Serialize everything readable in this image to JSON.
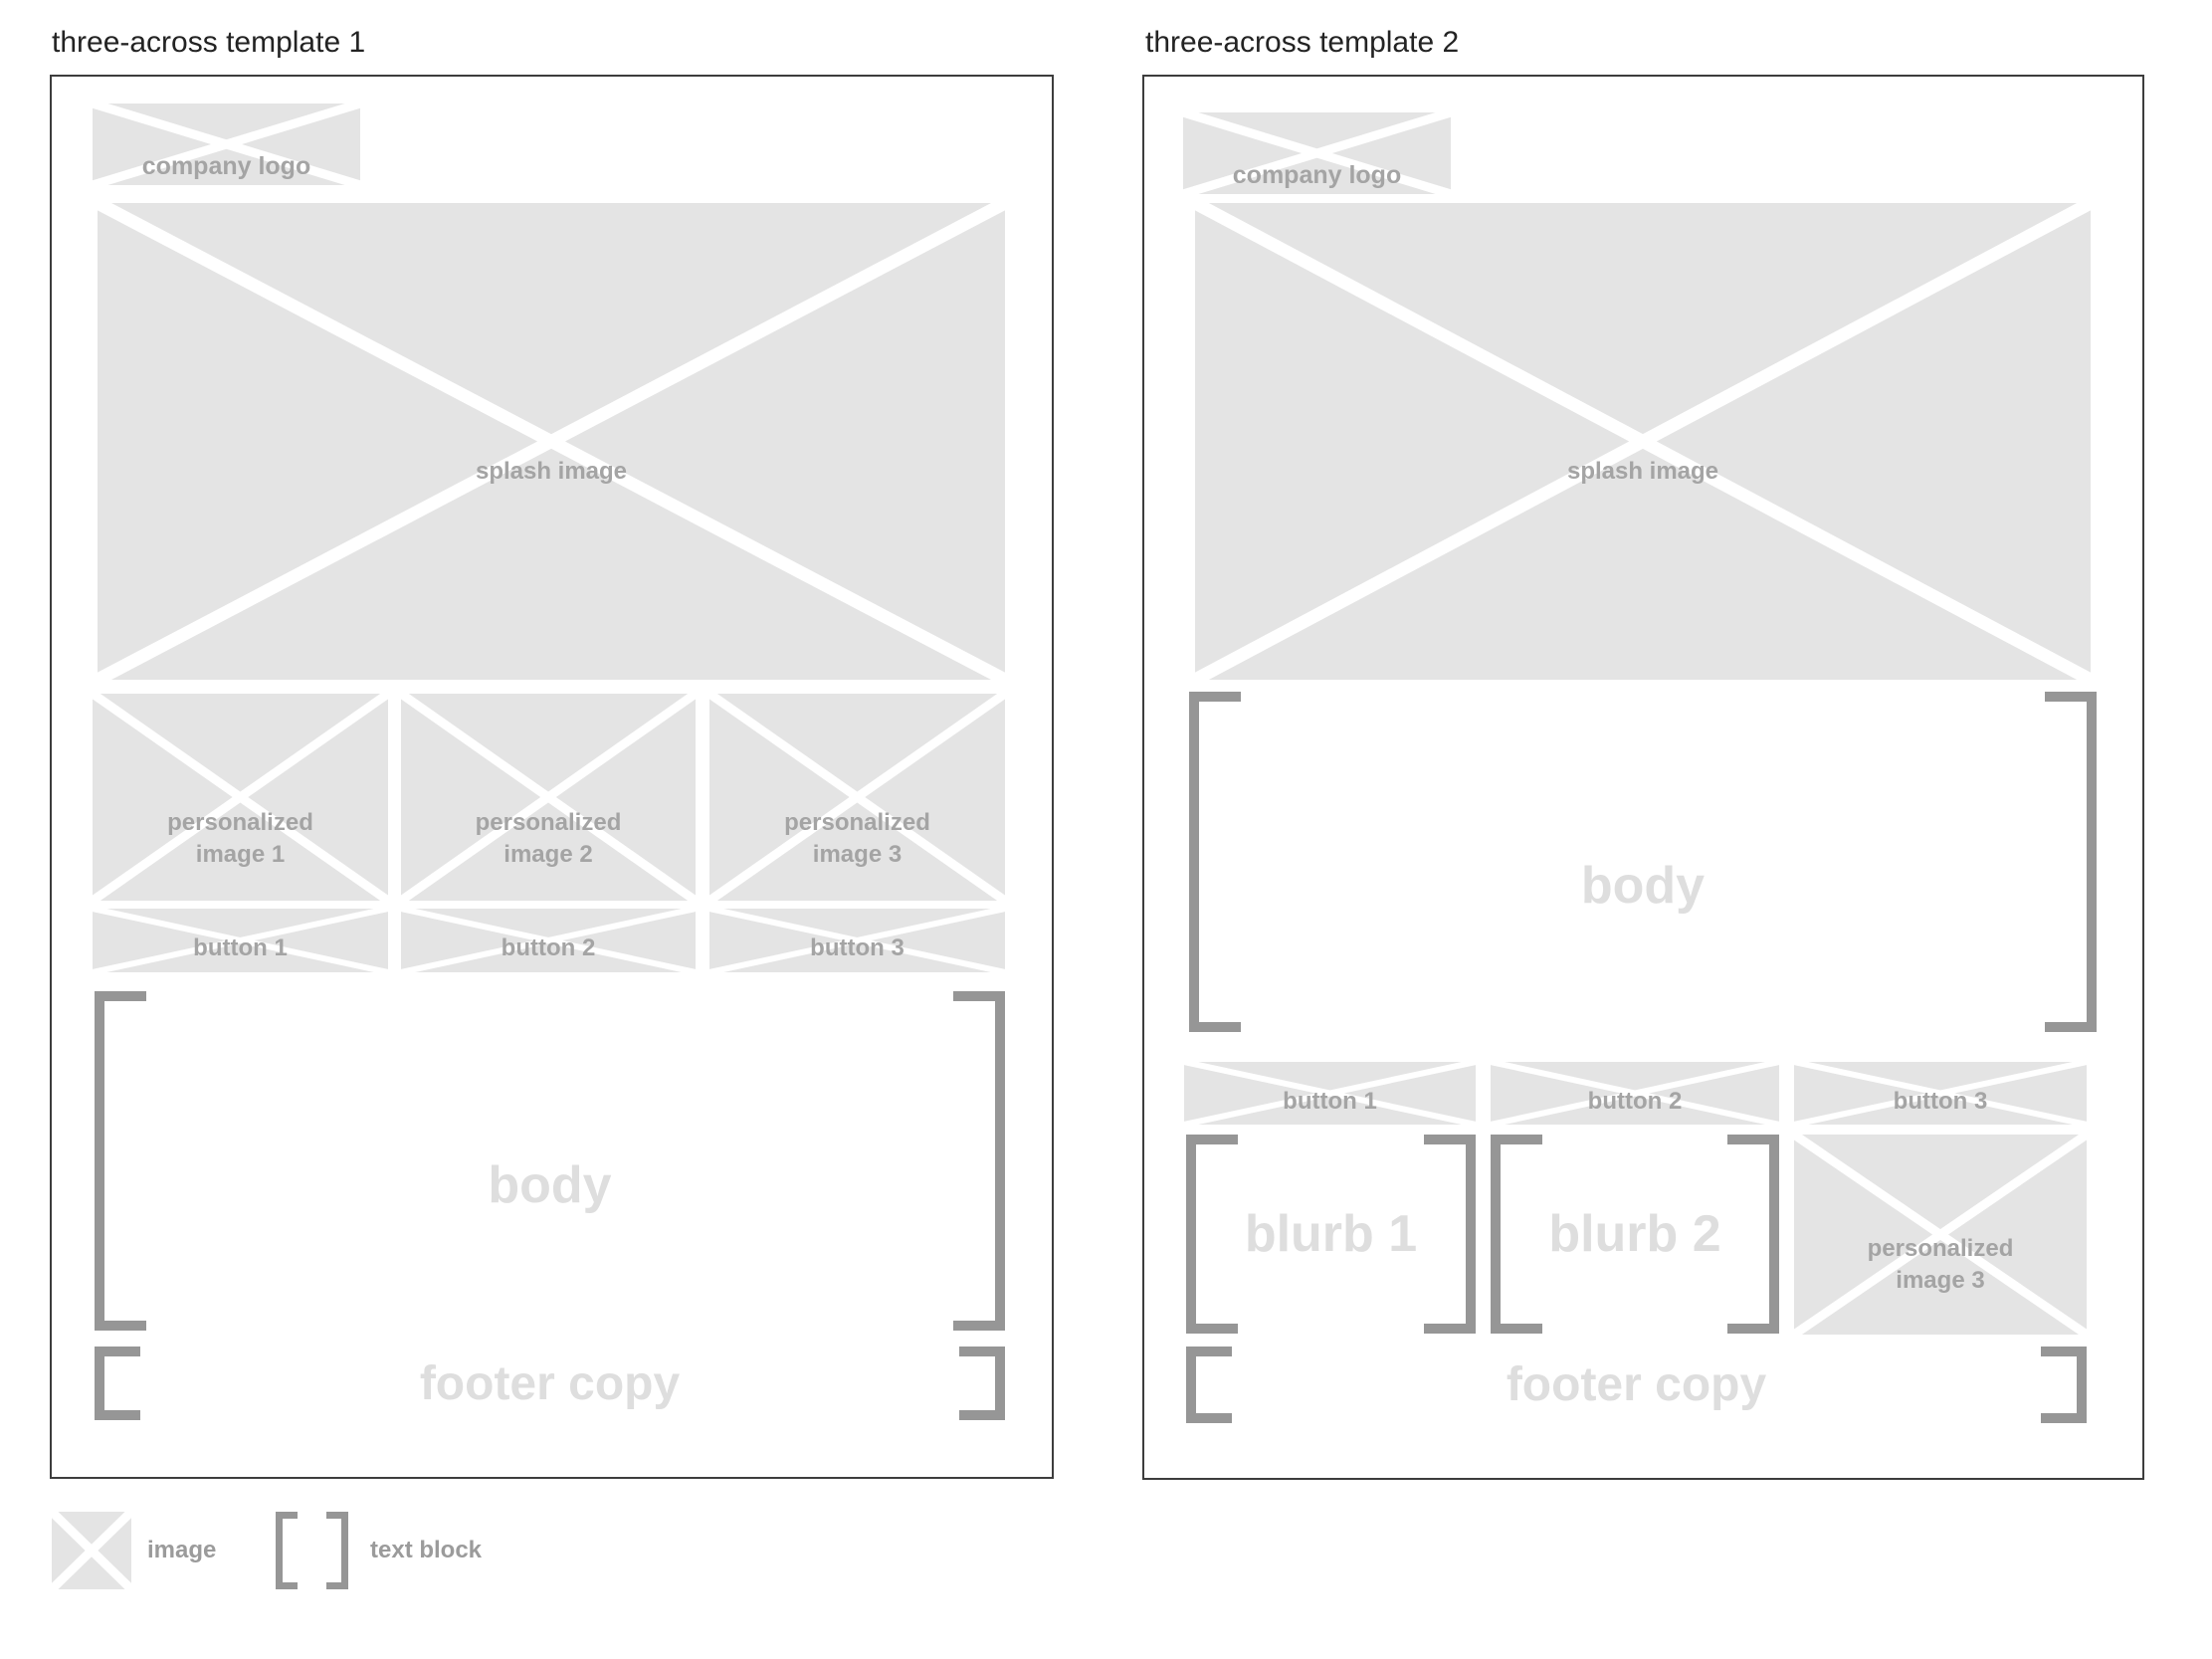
{
  "colors": {
    "image_fill": "#e4e4e4",
    "image_cross": "#ffffff",
    "bracket": "#969696",
    "small_label": "#a4a4a4",
    "large_label": "#dedede",
    "panel_border": "#3d3d3d",
    "title_text": "#232323"
  },
  "legend": {
    "image_label": "image",
    "text_block_label": "text block"
  },
  "templates": [
    {
      "title": "three-across template 1",
      "logo_label": "company logo",
      "splash_label": "splash image",
      "personalized": [
        {
          "line1": "personalized",
          "line2": "image 1"
        },
        {
          "line1": "personalized",
          "line2": "image 2"
        },
        {
          "line1": "personalized",
          "line2": "image 3"
        }
      ],
      "buttons": [
        "button 1",
        "button 2",
        "button 3"
      ],
      "body_label": "body",
      "footer_label": "footer copy"
    },
    {
      "title": "three-across template 2",
      "logo_label": "company logo",
      "splash_label": "splash image",
      "body_label": "body",
      "buttons": [
        "button 1",
        "button 2",
        "button 3"
      ],
      "blurbs": [
        "blurb 1",
        "blurb 2"
      ],
      "image3": {
        "line1": "personalized",
        "line2": "image 3"
      },
      "footer_label": "footer copy"
    }
  ]
}
